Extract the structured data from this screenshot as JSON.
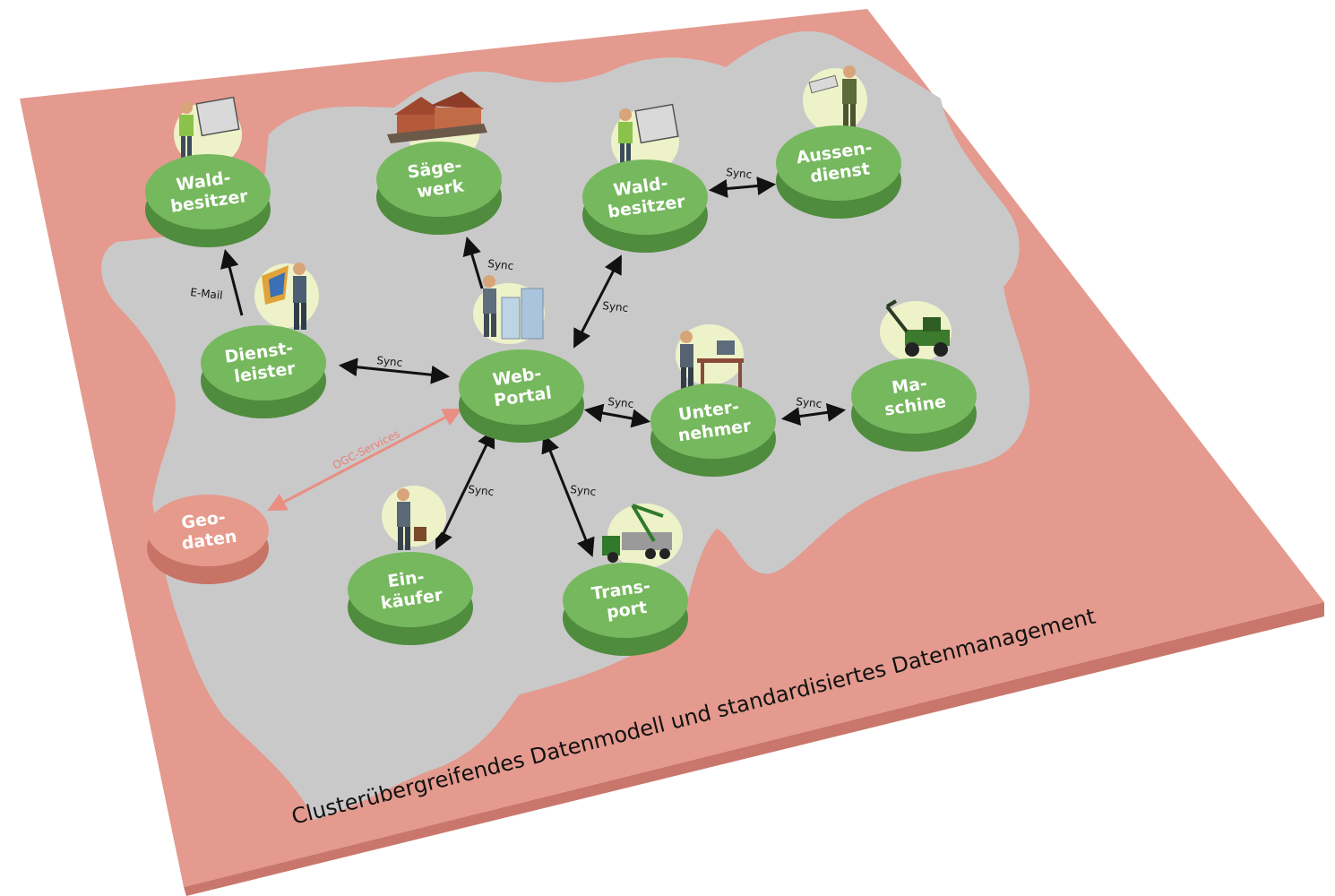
{
  "colors": {
    "board": "#e49a8e",
    "board_edge": "#c9776c",
    "region": "#c9c9c9",
    "node_top": "#76b85e",
    "node_side": "#4f8c3d",
    "geo_top": "#e69a8c",
    "geo_side": "#c77466",
    "sync_arrow": "#111111",
    "ogc_arrow": "#ea8d82"
  },
  "nodes": {
    "waldbesitzer_left": {
      "line1": "Wald-",
      "line2": "besitzer",
      "icon": "person-with-map-icon"
    },
    "saegewerk": {
      "line1": "Säge-",
      "line2": "werk",
      "icon": "sawmill-icon"
    },
    "waldbesitzer_mid": {
      "line1": "Wald-",
      "line2": "besitzer",
      "icon": "person-with-map-icon"
    },
    "aussendienst": {
      "line1": "Aussen-",
      "line2": "dienst",
      "icon": "forester-with-device-icon"
    },
    "dienstleister": {
      "line1": "Dienst-",
      "line2": "leister",
      "icon": "person-with-chart-icon"
    },
    "webportal": {
      "line1": "Web-",
      "line2": "Portal",
      "icon": "person-with-buildings-icon"
    },
    "unternehmer": {
      "line1": "Unter-",
      "line2": "nehmer",
      "icon": "person-at-desk-icon"
    },
    "maschine": {
      "line1": "Ma-",
      "line2": "schine",
      "icon": "harvester-icon"
    },
    "geodaten": {
      "line1": "Geo-",
      "line2": "daten"
    },
    "einkaeufer": {
      "line1": "Ein-",
      "line2": "käufer",
      "icon": "buyer-with-bag-icon"
    },
    "transport": {
      "line1": "Trans-",
      "line2": "port",
      "icon": "timber-truck-icon"
    }
  },
  "edges": {
    "email": "E-Mail",
    "sync": "Sync",
    "ogc": "OGC-Services"
  },
  "footer": "Clusterübergreifendes Datenmodell und standardisiertes Datenmanagement"
}
